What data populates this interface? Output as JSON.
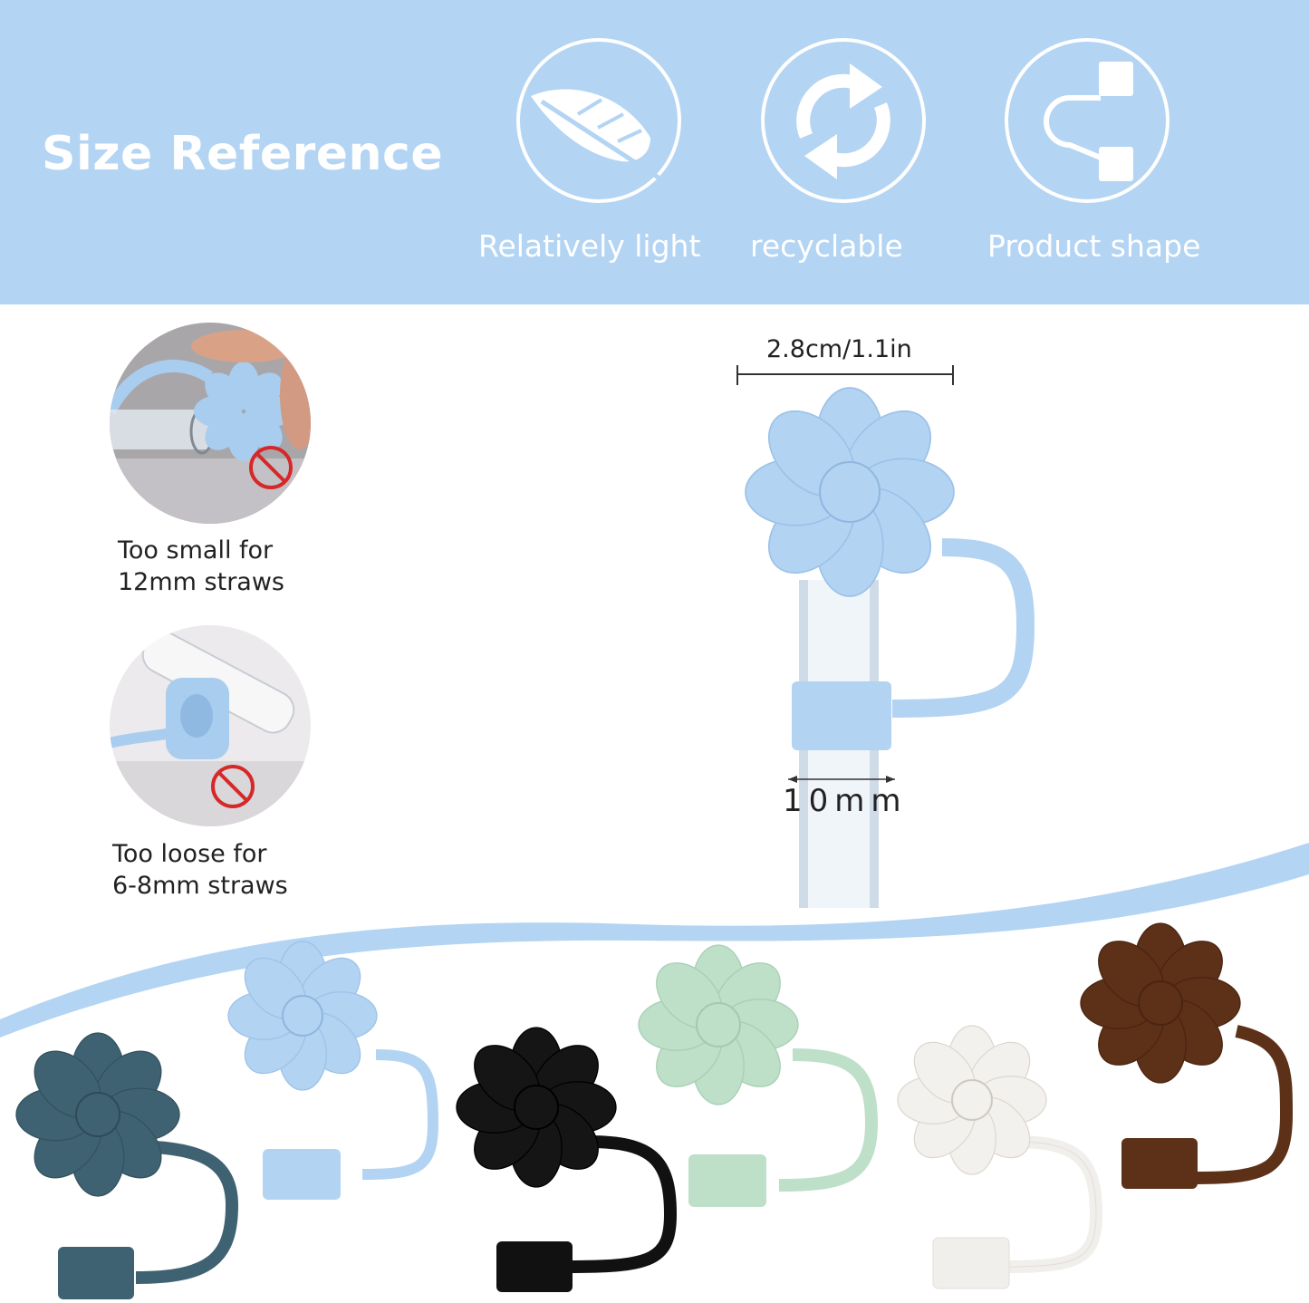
{
  "banner": {
    "title": "Size Reference",
    "features": [
      {
        "label": "Relatively light",
        "icon": "feather-icon"
      },
      {
        "label": "recyclable",
        "icon": "recycle-icon"
      },
      {
        "label": "Product shape",
        "icon": "straw-shape-icon"
      }
    ]
  },
  "notes": {
    "too_small": {
      "line1": "Too small for",
      "line2": "12mm straws"
    },
    "too_loose": {
      "line1": "Too loose for",
      "line2": "6-8mm straws"
    }
  },
  "dimensions": {
    "width_label": "2.8cm/1.1in",
    "diameter_label": "10mm"
  },
  "colors": {
    "banner": "#b3d4f3",
    "wave": "#b3d4f3",
    "variants": [
      "#3f6273",
      "#b2d3f2",
      "#111111",
      "#bedfc8",
      "#f1efec",
      "#5d3018"
    ]
  },
  "variants": [
    {
      "name": "slate-blue"
    },
    {
      "name": "light-blue"
    },
    {
      "name": "black"
    },
    {
      "name": "mint-green"
    },
    {
      "name": "white"
    },
    {
      "name": "brown"
    }
  ]
}
